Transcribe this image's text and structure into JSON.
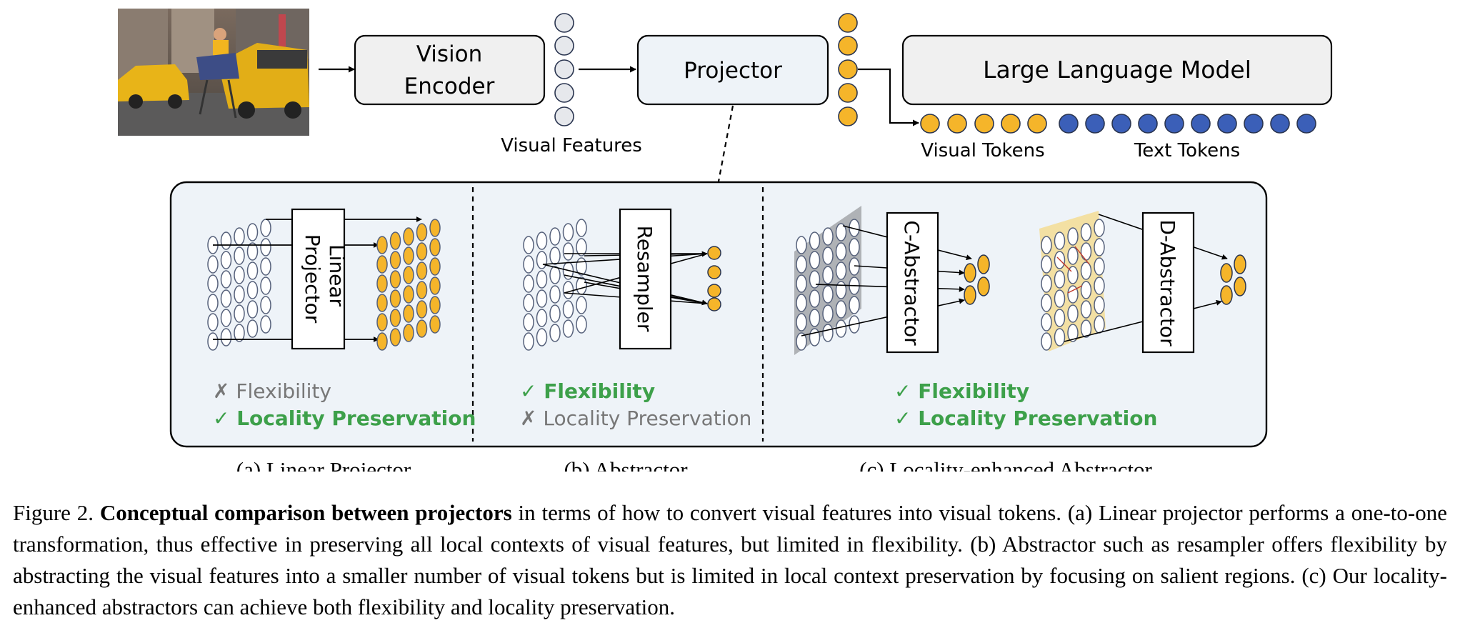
{
  "top": {
    "vision_encoder": [
      "Vision",
      "Encoder"
    ],
    "projector": "Projector",
    "llm": "Large Language Model",
    "visual_features": "Visual Features",
    "visual_tokens": "Visual Tokens",
    "text_tokens": "Text Tokens"
  },
  "panels": {
    "a": {
      "box": [
        "Linear",
        "Projector"
      ],
      "flex_mark": "✗",
      "flex": "Flexibility",
      "loc_mark": "✓",
      "loc": "Locality Preservation",
      "caption": "(a) Linear Projector"
    },
    "b": {
      "box": "Resampler",
      "flex_mark": "✓",
      "flex": "Flexibility",
      "loc_mark": "✗",
      "loc": "Locality Preservation",
      "caption": "(b) Abstractor"
    },
    "c": {
      "box1": "C-Abstractor",
      "box2": "D-Abstractor",
      "flex_mark": "✓",
      "flex": "Flexibility",
      "loc_mark": "✓",
      "loc": "Locality Preservation",
      "caption": "(c) Locality-enhanced Abstractor"
    }
  },
  "colors": {
    "visual_token": "#f5b52a",
    "text_token": "#3b5fb8",
    "feature": "#e6e8ec",
    "panel_bg": "#eef3f8",
    "check_green": "#3da04a",
    "cross_gray": "#777777"
  },
  "caption": {
    "label": "Figure 2.",
    "bold": "Conceptual comparison between projectors",
    "rest": "in terms of how to convert visual features into visual tokens. (a) Linear projector performs a one-to-one transformation, thus effective in preserving all local contexts of visual features, but limited in flexibility. (b) Abstractor such as resampler offers flexibility by abstracting the visual features into a smaller number of visual tokens but is limited in local context preservation by focusing on salient regions. (c) Our locality-enhanced abstractors can achieve both flexibility and locality preservation."
  }
}
